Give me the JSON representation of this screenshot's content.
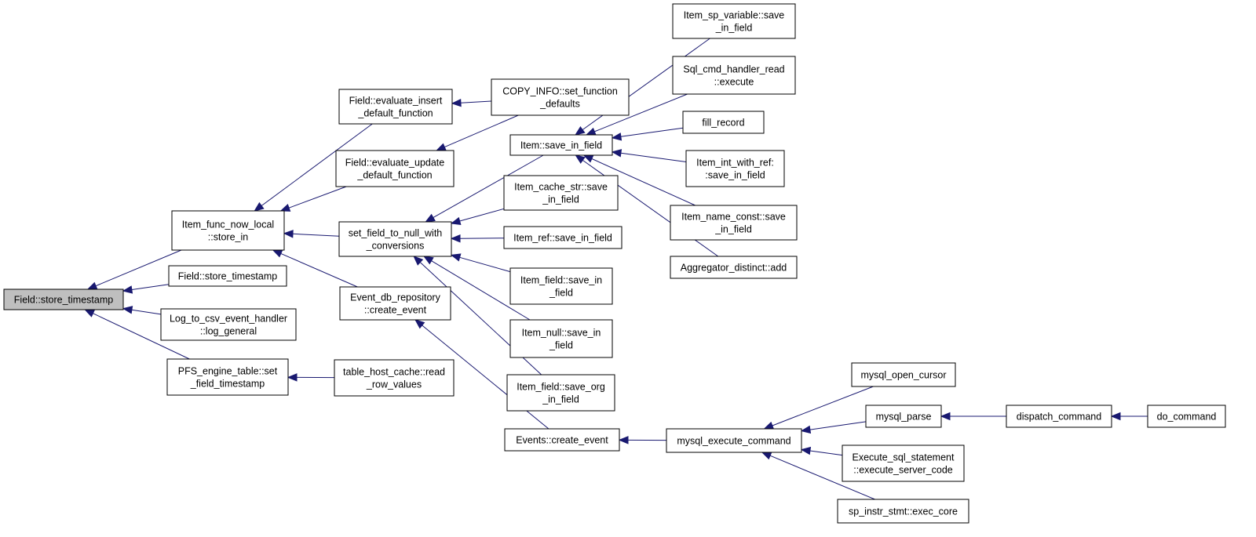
{
  "graph": {
    "focus_node": "n_store_ts_main",
    "colors": {
      "edge": "#191970",
      "node_border": "#000000",
      "focus_fill": "#bfbfbf",
      "node_fill": "#ffffff"
    },
    "nodes": [
      {
        "id": "n_store_ts_main",
        "lines": [
          "Field::store_timestamp"
        ]
      },
      {
        "id": "n_now_local",
        "lines": [
          "Item_func_now_local",
          "::store_in"
        ]
      },
      {
        "id": "n_field_store_ts",
        "lines": [
          "Field::store_timestamp"
        ]
      },
      {
        "id": "n_log_csv",
        "lines": [
          "Log_to_csv_event_handler",
          "::log_general"
        ]
      },
      {
        "id": "n_pfs",
        "lines": [
          "PFS_engine_table::set",
          "_field_timestamp"
        ]
      },
      {
        "id": "n_eval_insert",
        "lines": [
          "Field::evaluate_insert",
          "_default_function"
        ]
      },
      {
        "id": "n_eval_update",
        "lines": [
          "Field::evaluate_update",
          "_default_function"
        ]
      },
      {
        "id": "n_set_null",
        "lines": [
          "set_field_to_null_with",
          "_conversions"
        ]
      },
      {
        "id": "n_event_db",
        "lines": [
          "Event_db_repository",
          "::create_event"
        ]
      },
      {
        "id": "n_host_cache",
        "lines": [
          "table_host_cache::read",
          "_row_values"
        ]
      },
      {
        "id": "n_copy_info",
        "lines": [
          "COPY_INFO::set_function",
          "_defaults"
        ]
      },
      {
        "id": "n_item_save",
        "lines": [
          "Item::save_in_field"
        ]
      },
      {
        "id": "n_cache_str",
        "lines": [
          "Item_cache_str::save",
          "_in_field"
        ]
      },
      {
        "id": "n_item_ref",
        "lines": [
          "Item_ref::save_in_field"
        ]
      },
      {
        "id": "n_item_field",
        "lines": [
          "Item_field::save_in",
          "_field"
        ]
      },
      {
        "id": "n_item_null",
        "lines": [
          "Item_null::save_in",
          "_field"
        ]
      },
      {
        "id": "n_field_org",
        "lines": [
          "Item_field::save_org",
          "_in_field"
        ]
      },
      {
        "id": "n_events_create",
        "lines": [
          "Events::create_event"
        ]
      },
      {
        "id": "n_sp_var",
        "lines": [
          "Item_sp_variable::save",
          "_in_field"
        ]
      },
      {
        "id": "n_sql_handler",
        "lines": [
          "Sql_cmd_handler_read",
          "::execute"
        ]
      },
      {
        "id": "n_fill_record",
        "lines": [
          "fill_record"
        ]
      },
      {
        "id": "n_int_ref",
        "lines": [
          "Item_int_with_ref:",
          ":save_in_field"
        ]
      },
      {
        "id": "n_name_const",
        "lines": [
          "Item_name_const::save",
          "_in_field"
        ]
      },
      {
        "id": "n_aggr",
        "lines": [
          "Aggregator_distinct::add"
        ]
      },
      {
        "id": "n_mysql_exec",
        "lines": [
          "mysql_execute_command"
        ]
      },
      {
        "id": "n_open_cursor",
        "lines": [
          "mysql_open_cursor"
        ]
      },
      {
        "id": "n_mysql_parse",
        "lines": [
          "mysql_parse"
        ]
      },
      {
        "id": "n_exec_sql",
        "lines": [
          "Execute_sql_statement",
          "::execute_server_code"
        ]
      },
      {
        "id": "n_sp_instr",
        "lines": [
          "sp_instr_stmt::exec_core"
        ]
      },
      {
        "id": "n_dispatch",
        "lines": [
          "dispatch_command"
        ]
      },
      {
        "id": "n_do_command",
        "lines": [
          "do_command"
        ]
      }
    ],
    "edges": [
      {
        "from": "n_now_local",
        "to": "n_store_ts_main"
      },
      {
        "from": "n_field_store_ts",
        "to": "n_store_ts_main"
      },
      {
        "from": "n_log_csv",
        "to": "n_store_ts_main"
      },
      {
        "from": "n_pfs",
        "to": "n_store_ts_main"
      },
      {
        "from": "n_eval_insert",
        "to": "n_now_local"
      },
      {
        "from": "n_eval_update",
        "to": "n_now_local"
      },
      {
        "from": "n_set_null",
        "to": "n_now_local"
      },
      {
        "from": "n_event_db",
        "to": "n_now_local"
      },
      {
        "from": "n_host_cache",
        "to": "n_pfs"
      },
      {
        "from": "n_copy_info",
        "to": "n_eval_insert"
      },
      {
        "from": "n_copy_info",
        "to": "n_eval_update"
      },
      {
        "from": "n_item_save",
        "to": "n_set_null"
      },
      {
        "from": "n_cache_str",
        "to": "n_set_null"
      },
      {
        "from": "n_item_ref",
        "to": "n_set_null"
      },
      {
        "from": "n_item_field",
        "to": "n_set_null"
      },
      {
        "from": "n_item_null",
        "to": "n_set_null"
      },
      {
        "from": "n_field_org",
        "to": "n_set_null"
      },
      {
        "from": "n_events_create",
        "to": "n_event_db"
      },
      {
        "from": "n_sp_var",
        "to": "n_item_save"
      },
      {
        "from": "n_sql_handler",
        "to": "n_item_save"
      },
      {
        "from": "n_fill_record",
        "to": "n_item_save"
      },
      {
        "from": "n_int_ref",
        "to": "n_item_save"
      },
      {
        "from": "n_name_const",
        "to": "n_item_save"
      },
      {
        "from": "n_aggr",
        "to": "n_item_save"
      },
      {
        "from": "n_mysql_exec",
        "to": "n_events_create"
      },
      {
        "from": "n_open_cursor",
        "to": "n_mysql_exec"
      },
      {
        "from": "n_mysql_parse",
        "to": "n_mysql_exec"
      },
      {
        "from": "n_exec_sql",
        "to": "n_mysql_exec"
      },
      {
        "from": "n_sp_instr",
        "to": "n_mysql_exec"
      },
      {
        "from": "n_dispatch",
        "to": "n_mysql_parse"
      },
      {
        "from": "n_do_command",
        "to": "n_dispatch"
      }
    ]
  }
}
